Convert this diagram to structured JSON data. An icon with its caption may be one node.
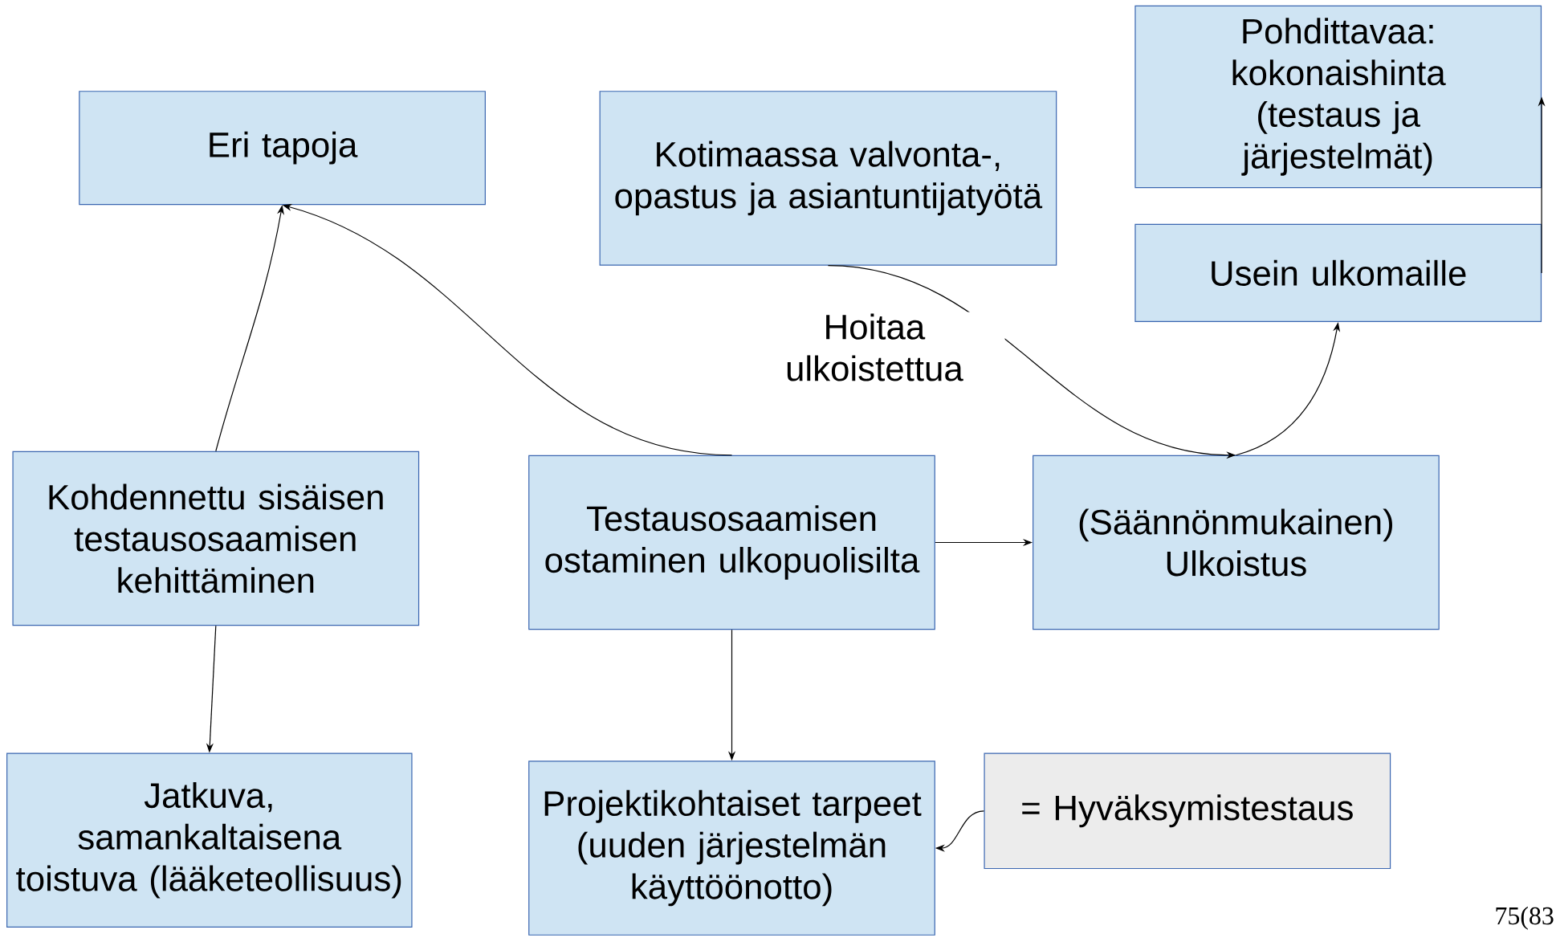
{
  "diagram": {
    "nodes": [
      {
        "text": [
          "Eri tapoja"
        ]
      },
      {
        "text": [
          "Kotimaassa valvonta-, opastus ja asiantuntijatyötä"
        ]
      },
      {
        "text": [
          "Pohdittavaa:",
          "kokonaishinta (testaus ja järjestelmät)"
        ]
      },
      {
        "text": [
          "Usein ulkomaille"
        ]
      },
      {
        "text": [
          "Kohdennettu sisäisen testausosaamisen kehittäminen"
        ]
      },
      {
        "text": [
          "Testausosaamisen ostaminen ulkopuolisilta"
        ]
      },
      {
        "text": [
          "(Säännönmukainen) Ulkoistus"
        ]
      },
      {
        "text": [
          "Jatkuva, samankaltaisena toistuva (lääketeollisuus)"
        ]
      },
      {
        "text": [
          "Projektikohtaiset tarpeet (uuden järjestelmän käyttöönotto)"
        ]
      },
      {
        "text": [
          "= Hyväksymistestaus"
        ]
      }
    ],
    "edges": [
      {
        "from": 4,
        "to": 0,
        "arrow": "to"
      },
      {
        "from": 5,
        "to": 0,
        "arrow": "to"
      },
      {
        "from": 1,
        "to": 6,
        "arrow": "to",
        "label": "Hoitaa ulkoistettua"
      },
      {
        "from": 6,
        "to": 3,
        "arrow": "to"
      },
      {
        "from": 3,
        "to": 2,
        "arrow": "to"
      },
      {
        "from": 5,
        "to": 6,
        "arrow": "to"
      },
      {
        "from": 4,
        "to": 7,
        "arrow": "to"
      },
      {
        "from": 5,
        "to": 8,
        "arrow": "to"
      },
      {
        "from": 9,
        "to": 8,
        "arrow": "to"
      }
    ],
    "labels": [
      "75(83"
    ]
  }
}
